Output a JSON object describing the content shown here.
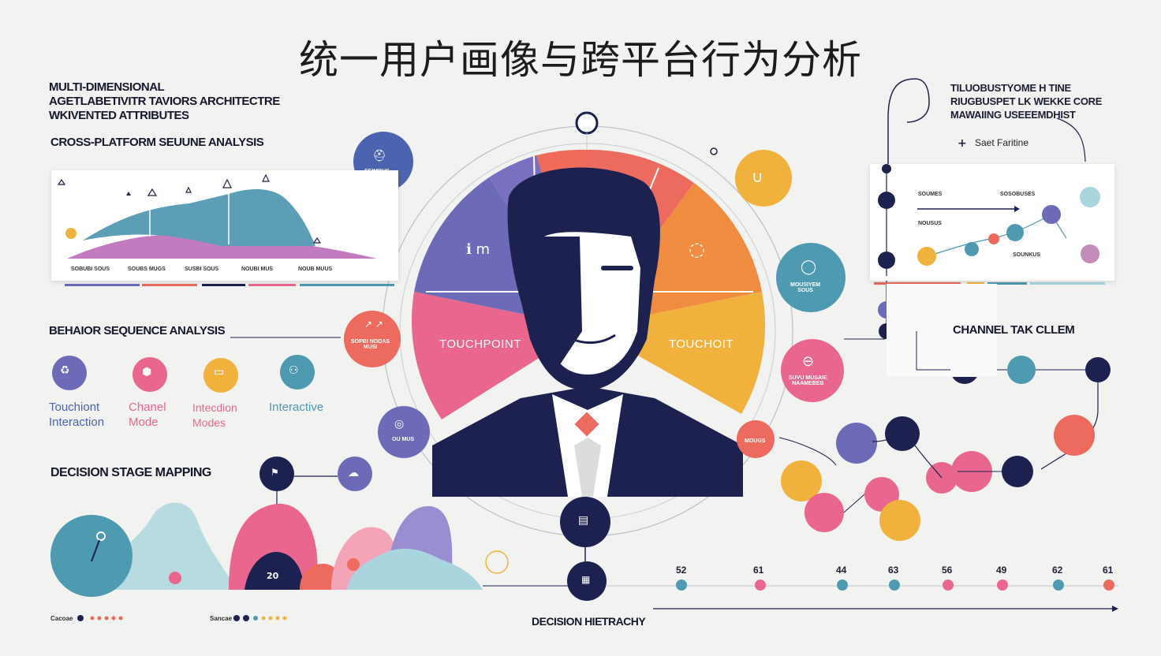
{
  "title": "统一用户画像与跨平台行为分析",
  "left": {
    "multi_lines": [
      "MULTI-DIMENSIONAL",
      "AGETLABETIVITR TAVIORS ARCHITECTRE",
      "WKIVENTED ATTRIBUTES"
    ],
    "cross_platform": "CROSS-PLATFORM SEUUNE ANALYSIS",
    "chart_labels": [
      "SOBUBI SOUS",
      "SOUBS MUGS",
      "SUSBI SOUS",
      "NOUBI MUS",
      "NOUB MUUS"
    ],
    "behavior": "BEHAIOR SEQUENCE ANALYSIS",
    "icon_labels": [
      "Touchiont\nInteraction",
      "Chanel\nMode",
      "Intecdion\nModes",
      "Interactive"
    ],
    "decision_stage": "DECISION STAGE MAPPING",
    "bubble_num": "20",
    "legend_a": "Cacoae",
    "legend_b": "Sancae"
  },
  "center": {
    "left_label": "TOUCHPOINT",
    "right_label": "TOUCHOIT",
    "purple_text": "ℹ m",
    "nodes": {
      "n1": "SEIMBUS",
      "n2": "SOPBI NODAS\nMUSI",
      "n3": "OU MUS",
      "n4": "MOUSIYEM\nSOUS",
      "n5": "SUVU MUSAIE\nNAAMEBEB",
      "n6": "MOUGS"
    }
  },
  "right": {
    "top_lines": [
      "TILUOBUSTYOME H TINE",
      "RIUGBUSPET LK WEKKE CORE",
      "MAWAIING USEEEMDHIST"
    ],
    "plus_label": "Saet Faritine",
    "chart_labels": [
      "SOUMES",
      "SOSOBUSES",
      "NOUSUS",
      "SOUNKUS"
    ],
    "channel": "CHANNEL TAK CLLEM"
  },
  "bottom": {
    "hierarchy": "DECISION HIETRACHY",
    "timeline_nums": [
      "52",
      "61",
      "44",
      "63",
      "56",
      "49",
      "62",
      "61"
    ]
  },
  "colors": {
    "navy": "#1d2150",
    "purple": "#6d6ab8",
    "pink": "#e9678e",
    "coral": "#ec6b5e",
    "orange": "#ef8c3f",
    "yellow": "#f1b23d",
    "teal": "#4e9ab0",
    "mint": "#b7dbe0"
  }
}
